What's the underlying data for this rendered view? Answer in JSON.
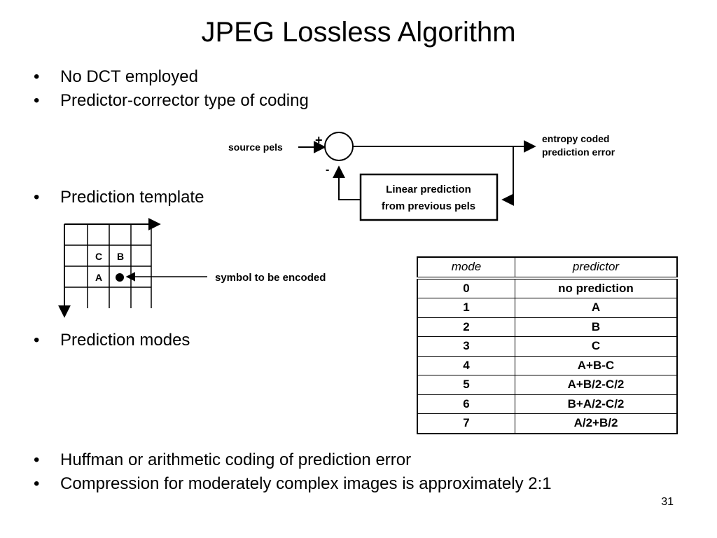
{
  "slide": {
    "title": "JPEG Lossless Algorithm",
    "page_number": "31",
    "bullets_top": [
      "No DCT employed",
      "Predictor-corrector type of coding"
    ],
    "bullet_template": "Prediction template",
    "bullet_modes": "Prediction modes",
    "bullets_bottom": [
      "Huffman or arithmetic coding of prediction error",
      "Compression for moderately complex images is approximately 2:1"
    ]
  },
  "block_diagram": {
    "input_label": "source pels",
    "plus_sign": "+",
    "minus_sign": "-",
    "output_label_line1": "entropy coded",
    "output_label_line2": "prediction error",
    "predictor_line1": "Linear prediction",
    "predictor_line2": "from previous pels"
  },
  "template_grid": {
    "cell_c": "C",
    "cell_b": "B",
    "cell_a": "A",
    "target_label": "symbol to be encoded"
  },
  "modes_table": {
    "headers": [
      "mode",
      "predictor"
    ],
    "rows": [
      [
        "0",
        "no prediction"
      ],
      [
        "1",
        "A"
      ],
      [
        "2",
        "B"
      ],
      [
        "3",
        "C"
      ],
      [
        "4",
        "A+B-C"
      ],
      [
        "5",
        "A+B/2-C/2"
      ],
      [
        "6",
        "B+A/2-C/2"
      ],
      [
        "7",
        "A/2+B/2"
      ]
    ]
  }
}
